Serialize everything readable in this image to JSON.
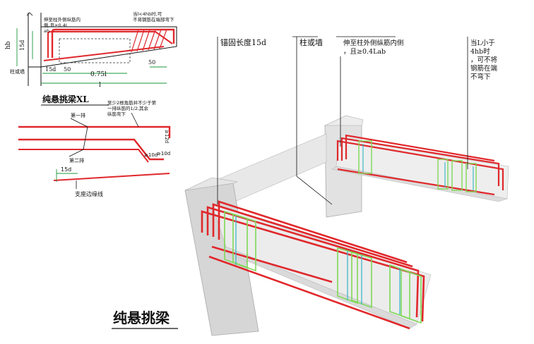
{
  "detail": {
    "note_top_left": "伸至柱外侧纵筋内侧,且≥0.4Lab",
    "note_top_right": "当l<4hb时,可不将钢筋在端部弯下",
    "dim_hb": "hb",
    "dim_15d_vertical": "15d",
    "dim_15d": "15d",
    "dim_50_left": "50",
    "dim_075l": "0.75l",
    "dim_50_right": "50",
    "dim_l": "l",
    "support_label": "柱或墙",
    "caption": "纯悬挑梁XL"
  },
  "bar_detail": {
    "note": "至少2根角筋并不少于第一排纵筋的1/2,其余纵筋弯下",
    "row1": "第一排",
    "row2": "第二排",
    "dim_12d": "≥12d",
    "dim_10d_a": "≥10d",
    "dim_10d_b": "≥10d",
    "dim_15d": "15d",
    "edge_label": "支座边缘线"
  },
  "model": {
    "callout_anchor": "锚固长度15d",
    "callout_column": "柱或墙",
    "callout_extend": "伸至柱外侧纵筋内侧，且≥0.4Lab",
    "callout_l4hb": "当L小于4hb时，可不将钢筋在端不弯下",
    "title": "纯悬挑梁"
  },
  "colors": {
    "rebar_red": "#e0282c",
    "stirrup_green": "#7ed957",
    "stirrup_cyan": "#3fb8c8",
    "concrete": "#d9d9d9",
    "dim_green": "#1a9a3a"
  }
}
